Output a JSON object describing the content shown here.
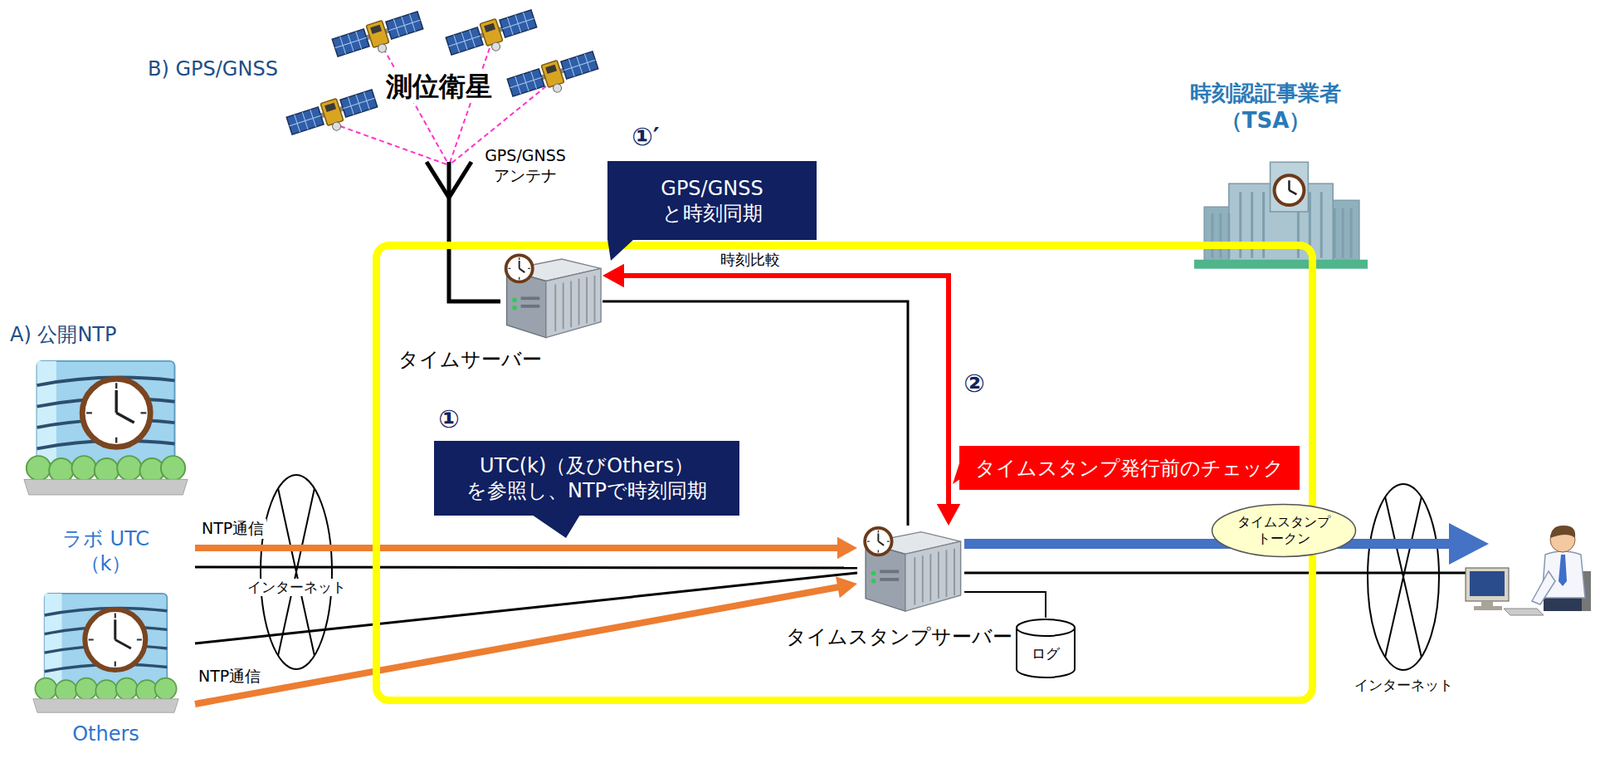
{
  "diagram": {
    "nodes": [
      {
        "text": [
          "時刻認証事業者 （TSA）"
        ]
      },
      {
        "text": [
          "GPS/GNSS と時刻同期"
        ]
      },
      {
        "text": [
          "タイムサーバー"
        ],
        "in": 0
      },
      {
        "text": [
          "UTC(k)（及びOthers） を参照し、NTPで時刻同期"
        ],
        "in": 0
      },
      {
        "text": [
          "タイムスタンプ発行前のチェック"
        ],
        "in": 0
      },
      {
        "text": [
          "タイムスタンプサーバー"
        ],
        "in": 0
      },
      {
        "text": [
          "ログ"
        ],
        "in": 0
      },
      {
        "text": [
          "ラボ UTC（k）"
        ]
      },
      {
        "text": [
          "Others"
        ]
      },
      {
        "text": [
          "タイムスタンプ トークン"
        ]
      }
    ],
    "edges": [
      {
        "from": 7,
        "to": 5,
        "arrow": "to",
        "label": "NTP通信"
      },
      {
        "from": 8,
        "to": 5,
        "arrow": "to",
        "label": "NTP通信"
      },
      {
        "from": 7,
        "to": 5,
        "arrow": "none"
      },
      {
        "from": 8,
        "to": 5,
        "arrow": "none"
      },
      {
        "from": 2,
        "to": 5,
        "arrow": "none"
      },
      {
        "from": 5,
        "to": 2,
        "arrow": "both",
        "label": "時刻比較"
      },
      {
        "from": 5,
        "to": 6,
        "arrow": "none"
      }
    ],
    "labels": [
      "B) GPS/GNSS",
      "測位衛星",
      "GPS/GNSS アンテナ",
      "①′",
      "A) 公開NTP",
      "①",
      "②",
      "インターネット",
      "インターネット"
    ]
  }
}
